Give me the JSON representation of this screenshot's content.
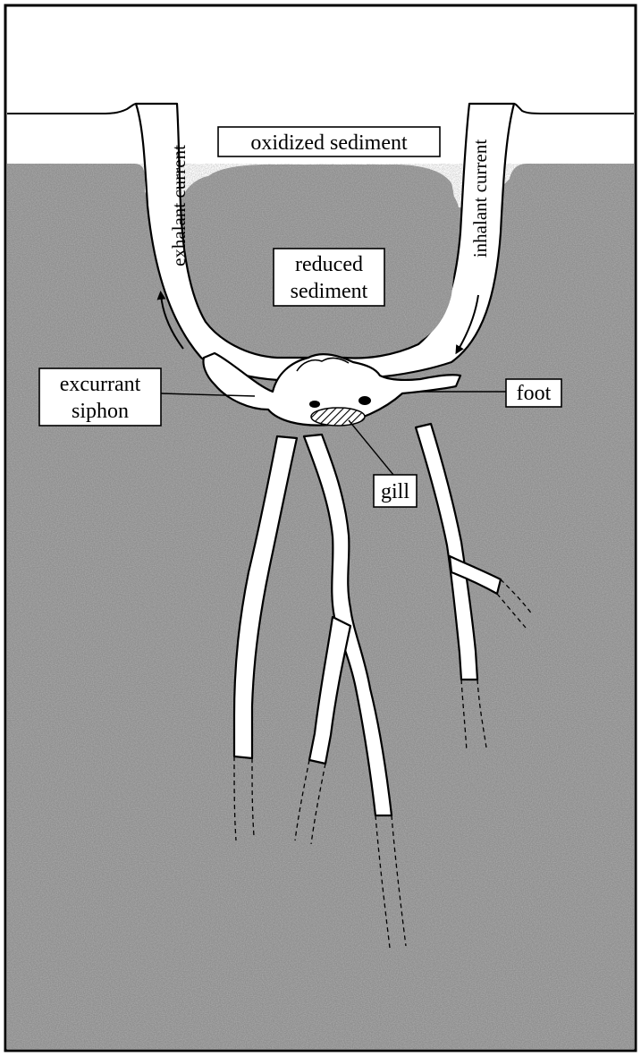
{
  "diagram": {
    "labels": {
      "oxidized_sediment": "oxidized sediment",
      "reduced_sediment_line1": "reduced",
      "reduced_sediment_line2": "sediment",
      "exhalant_current": "exhalant current",
      "inhalant_current": "inhalant current",
      "excurrant_siphon_line1": "excurrant",
      "excurrant_siphon_line2": "siphon",
      "foot": "foot",
      "gill": "gill"
    },
    "colors": {
      "sediment_fill": "#8f8f8f",
      "burrow_fill": "#ffffff",
      "outline": "#000000",
      "frame": "#000000"
    }
  }
}
